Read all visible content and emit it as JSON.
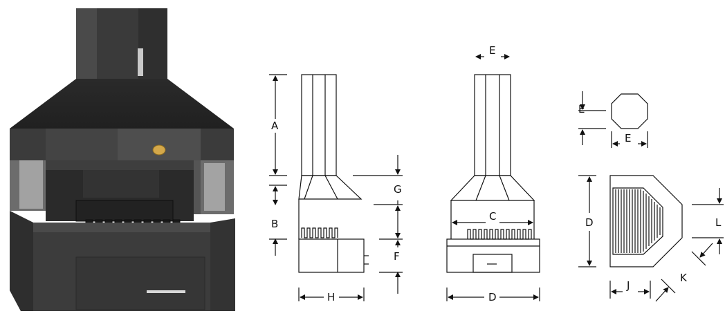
{
  "figure": {
    "side_view": {
      "labels": {
        "A": "A",
        "B": "B",
        "G": "G",
        "F": "F",
        "H": "H"
      }
    },
    "front_view": {
      "labels": {
        "E": "E",
        "C": "C",
        "D": "D"
      }
    },
    "chimney_section": {
      "labels": {
        "E_height": "E",
        "E_width": "E"
      }
    },
    "plan_view": {
      "labels": {
        "D": "D",
        "L": "L",
        "K": "K",
        "J": "J"
      }
    }
  },
  "colors": {
    "line": "#111111",
    "steel_dark": "#2e2e2e",
    "steel_mid": "#454545",
    "steel_light": "#5e5e5e"
  }
}
